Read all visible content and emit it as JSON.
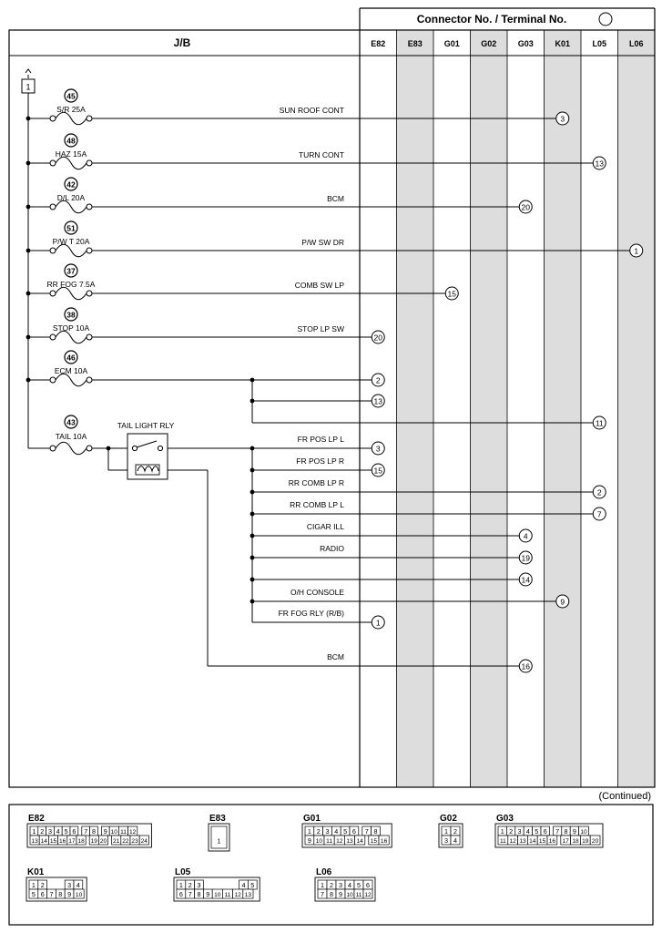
{
  "header": {
    "connector_title": "Connector No. / Terminal No.",
    "jb_title": "J/B",
    "columns": [
      {
        "id": "E82",
        "shaded": false
      },
      {
        "id": "E83",
        "shaded": true
      },
      {
        "id": "G01",
        "shaded": false
      },
      {
        "id": "G02",
        "shaded": true
      },
      {
        "id": "G03",
        "shaded": false
      },
      {
        "id": "K01",
        "shaded": true
      },
      {
        "id": "L05",
        "shaded": false
      },
      {
        "id": "L06",
        "shaded": true
      }
    ]
  },
  "diagram": {
    "source_terminal": "1",
    "fuses": [
      {
        "num": "45",
        "label": "S/R 25A",
        "circuit": "SUN ROOF CONT",
        "col": "K01",
        "term": "3"
      },
      {
        "num": "48",
        "label": "HAZ 15A",
        "circuit": "TURN CONT",
        "col": "L05",
        "term": "13"
      },
      {
        "num": "42",
        "label": "D/L 20A",
        "circuit": "BCM",
        "col": "G03",
        "term": "20"
      },
      {
        "num": "51",
        "label": "P/W T 20A",
        "circuit": "P/W SW DR",
        "col": "L06",
        "term": "1"
      },
      {
        "num": "37",
        "label": "RR FOG 7.5A",
        "circuit": "COMB SW LP",
        "col": "G01",
        "term": "15"
      },
      {
        "num": "38",
        "label": "STOP 10A",
        "circuit": "STOP LP SW",
        "col": "E82",
        "term": "20"
      },
      {
        "num": "46",
        "label": "ECM 10A",
        "circuit": "",
        "col": "E82",
        "term": "2"
      }
    ],
    "ecm_branches": [
      {
        "col": "E82",
        "term": "13"
      },
      {
        "col": "L05",
        "term": "11"
      }
    ],
    "tail": {
      "num": "43",
      "label": "TAIL 10A",
      "relay": "TAIL LIGHT RLY"
    },
    "tail_outputs": [
      {
        "circuit": "FR POS LP L",
        "col": "E82",
        "term": "3"
      },
      {
        "circuit": "FR POS LP R",
        "col": "E82",
        "term": "15"
      },
      {
        "circuit": "RR COMB LP R",
        "col": "L05",
        "term": "2"
      },
      {
        "circuit": "RR COMB LP L",
        "col": "L05",
        "term": "7"
      },
      {
        "circuit": "CIGAR ILL",
        "col": "G03",
        "term": "4"
      },
      {
        "circuit": "RADIO",
        "col": "G03",
        "term": "19"
      },
      {
        "circuit": "",
        "col": "G03",
        "term": "14"
      },
      {
        "circuit": "O/H CONSOLE",
        "col": "K01",
        "term": "9"
      },
      {
        "circuit": "FR FOG RLY (R/B)",
        "col": "E82",
        "term": "1"
      }
    ],
    "relay_output": {
      "circuit": "BCM",
      "col": "G03",
      "term": "16"
    }
  },
  "continued_label": "(Continued)",
  "connectors": [
    {
      "name": "E82",
      "rows": [
        [
          "1",
          "2",
          "3",
          "4",
          "5",
          "6",
          "|",
          "7",
          "8",
          "|",
          "9",
          "10",
          "11",
          "12"
        ],
        [
          "13",
          "14",
          "15",
          "16",
          "17",
          "18",
          "|",
          "19",
          "20",
          "|",
          "21",
          "22",
          "23",
          "24"
        ]
      ]
    },
    {
      "name": "E83",
      "rows": [
        [
          "1"
        ]
      ]
    },
    {
      "name": "G01",
      "rows": [
        [
          "1",
          "2",
          "3",
          "4",
          "5",
          "6",
          "|",
          "7",
          "8"
        ],
        [
          "9",
          "10",
          "11",
          "12",
          "13",
          "14",
          "|",
          "15",
          "16"
        ]
      ]
    },
    {
      "name": "G02",
      "rows": [
        [
          "1",
          "2"
        ],
        [
          "3",
          "4"
        ]
      ]
    },
    {
      "name": "G03",
      "rows": [
        [
          "1",
          "2",
          "3",
          "4",
          "5",
          "6",
          "|",
          "7",
          "8",
          "9",
          "10"
        ],
        [
          "11",
          "12",
          "13",
          "14",
          "15",
          "16",
          "|",
          "17",
          "18",
          "19",
          "20"
        ]
      ]
    },
    {
      "name": "K01",
      "rows": [
        [
          "1",
          "2",
          "_",
          "_",
          "3",
          "4"
        ],
        [
          "5",
          "6",
          "7",
          "8",
          "9",
          "10"
        ]
      ]
    },
    {
      "name": "L05",
      "rows": [
        [
          "1",
          "2",
          "3",
          "_",
          "_",
          "_",
          "_",
          "4",
          "5"
        ],
        [
          "6",
          "7",
          "8",
          "9",
          "10",
          "11",
          "12",
          "13"
        ]
      ]
    },
    {
      "name": "L06",
      "rows": [
        [
          "1",
          "2",
          "3",
          "4",
          "5",
          "6"
        ],
        [
          "7",
          "8",
          "9",
          "10",
          "11",
          "12"
        ]
      ]
    }
  ]
}
